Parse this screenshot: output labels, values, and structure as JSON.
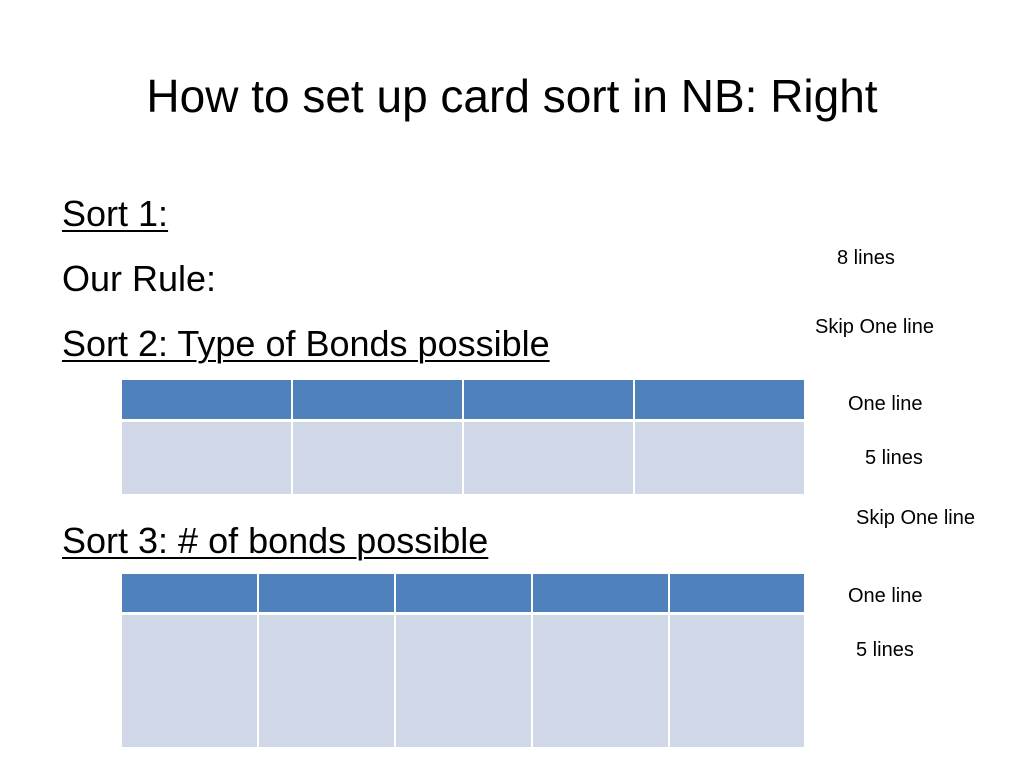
{
  "slide": {
    "title": "How to set up card sort in NB:  Right",
    "lines": {
      "sort1": "Sort 1:",
      "rule": "Our Rule:",
      "sort2": "Sort 2:  Type of Bonds possible",
      "sort3": "Sort 3: # of bonds possible"
    },
    "notes": {
      "n1": "8 lines",
      "n2": "Skip One line",
      "n3": "One line",
      "n4": "5 lines",
      "n5": "Skip One line",
      "n6": "One line",
      "n7": "5 lines"
    },
    "tables": {
      "sort2_columns": 4,
      "sort3_columns": 5
    },
    "colors": {
      "header_fill": "#4f81bd",
      "cell_fill": "#d0d8e8"
    }
  }
}
